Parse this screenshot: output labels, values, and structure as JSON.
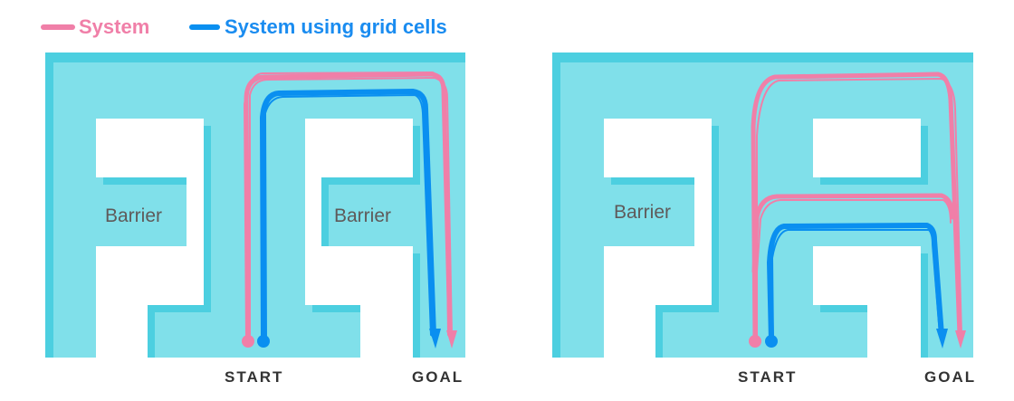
{
  "legend": [
    {
      "label": "System",
      "color": "#f07fa8"
    },
    {
      "label": "System using grid cells",
      "color": "#0a8ff0"
    }
  ],
  "colors": {
    "floor": "#80e0ea",
    "wall_shadow": "#4ccfe0",
    "barrier": "#ffffff"
  },
  "panels": [
    {
      "barrier_labels": [
        "Barrier",
        "Barrier"
      ],
      "start_label": "START",
      "goal_label": "GOAL"
    },
    {
      "barrier_labels": [
        "Barrier"
      ],
      "start_label": "START",
      "goal_label": "GOAL"
    }
  ]
}
